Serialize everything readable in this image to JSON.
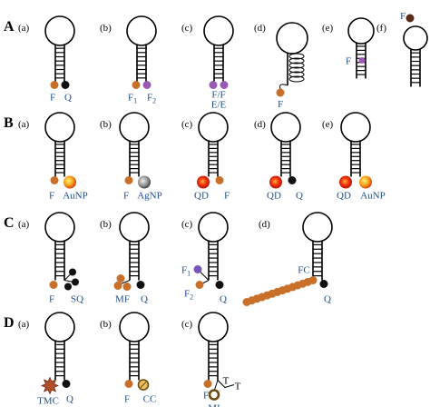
{
  "rows": [
    {
      "letter": "A",
      "items": [
        {
          "sub": "(a)",
          "labels": [
            "F",
            "Q"
          ]
        },
        {
          "sub": "(b)",
          "labels": [
            "F",
            "F"
          ],
          "subs": [
            "1",
            "2"
          ]
        },
        {
          "sub": "(c)",
          "labels": [
            "F/F",
            "E/E"
          ]
        },
        {
          "sub": "(d)",
          "labels": [
            "F"
          ]
        },
        {
          "sub": "(e)",
          "labels": [
            "F"
          ]
        },
        {
          "sub": "(f)",
          "labels": [
            "F"
          ]
        }
      ]
    },
    {
      "letter": "B",
      "items": [
        {
          "sub": "(a)",
          "labels": [
            "F",
            "AuNP"
          ]
        },
        {
          "sub": "(b)",
          "labels": [
            "F",
            "AgNP"
          ]
        },
        {
          "sub": "(c)",
          "labels": [
            "QD",
            "F"
          ]
        },
        {
          "sub": "(d)",
          "labels": [
            "QD",
            "Q"
          ]
        },
        {
          "sub": "(e)",
          "labels": [
            "QD",
            "AuNP"
          ]
        }
      ]
    },
    {
      "letter": "C",
      "items": [
        {
          "sub": "(a)",
          "labels": [
            "F",
            "SQ"
          ]
        },
        {
          "sub": "(b)",
          "labels": [
            "MF",
            "Q"
          ]
        },
        {
          "sub": "(c)",
          "labels": [
            "F",
            "F",
            "Q"
          ],
          "subs": [
            "1",
            "2"
          ]
        },
        {
          "sub": "(d)",
          "labels": [
            "FC",
            "Q"
          ]
        }
      ]
    },
    {
      "letter": "D",
      "items": [
        {
          "sub": "(a)",
          "labels": [
            "TMC",
            "Q"
          ]
        },
        {
          "sub": "(b)",
          "labels": [
            "F",
            "CC"
          ]
        },
        {
          "sub": "(c)",
          "labels": [
            "F",
            "MI",
            "T",
            "T"
          ]
        }
      ]
    }
  ],
  "colors": {
    "fluorophore": "#c8702a",
    "quencher": "#111111",
    "label": "#1f4e8c",
    "purple": "#9b59b6",
    "qd": "#e03020",
    "au": "#f0a020",
    "ag": "#888888"
  }
}
